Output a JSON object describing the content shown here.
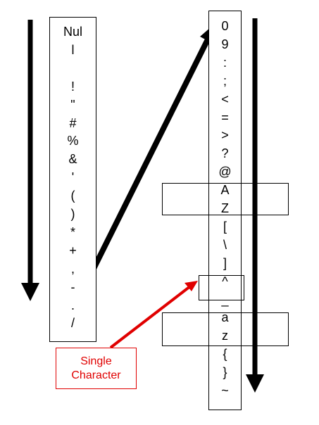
{
  "left_column": {
    "items": [
      "Nul",
      "l",
      "",
      "!",
      "\"",
      "#",
      "%",
      "&",
      "'",
      "(",
      ")",
      "*",
      "+",
      ",",
      "-",
      ".",
      "/"
    ]
  },
  "right_column": {
    "items": [
      "0",
      "9",
      ":",
      ";",
      "<",
      "=",
      ">",
      "?",
      "@",
      "A",
      "Z",
      "[",
      "\\",
      "]",
      "^",
      "_",
      "a",
      "z",
      "{",
      "}",
      "~"
    ]
  },
  "callout": {
    "line1": "Single",
    "line2": "Character"
  },
  "colors": {
    "arrow": "#000000",
    "callout": "#e00000"
  }
}
